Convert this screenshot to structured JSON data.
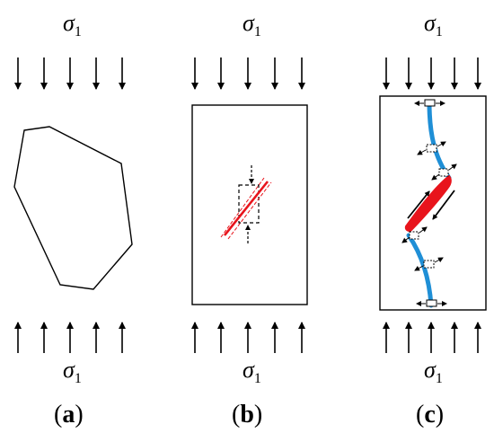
{
  "stress": {
    "symbol": "σ",
    "subscript": "1"
  },
  "panels": [
    {
      "open": "(",
      "letter": "a",
      "close": ")"
    },
    {
      "open": "(",
      "letter": "b",
      "close": ")"
    },
    {
      "open": "(",
      "letter": "c",
      "close": ")"
    }
  ],
  "colors": {
    "line": "#000000",
    "crack": "#e8141c",
    "wing_crack": "#1f8fd6"
  },
  "icons": [
    "load-arrow-icon",
    "shear-arrow-icon",
    "tension-arrow-icon"
  ]
}
